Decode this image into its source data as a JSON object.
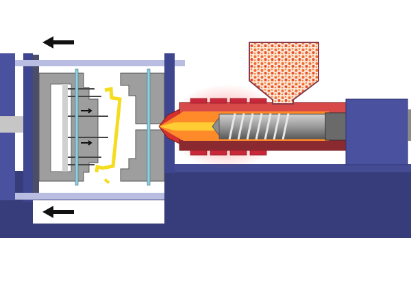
{
  "diagram": {
    "subject": "injection-molding-machine",
    "colors": {
      "base": "#363d7a",
      "frame": "#4a52a0",
      "tie_bar": "#b9bde2",
      "mold": "#9a9a9a",
      "molded_part": "#f5dc1e",
      "cooling_channel": "#8fd0e0",
      "barrel": "#d84a4a",
      "heater_band": "#c8283a",
      "melt": "#ff8a2a",
      "screw": "#8c8c8c",
      "pellets": "#f06a30"
    },
    "motion_arrows": [
      "clamp-open-left-top",
      "clamp-open-left-bottom"
    ]
  }
}
